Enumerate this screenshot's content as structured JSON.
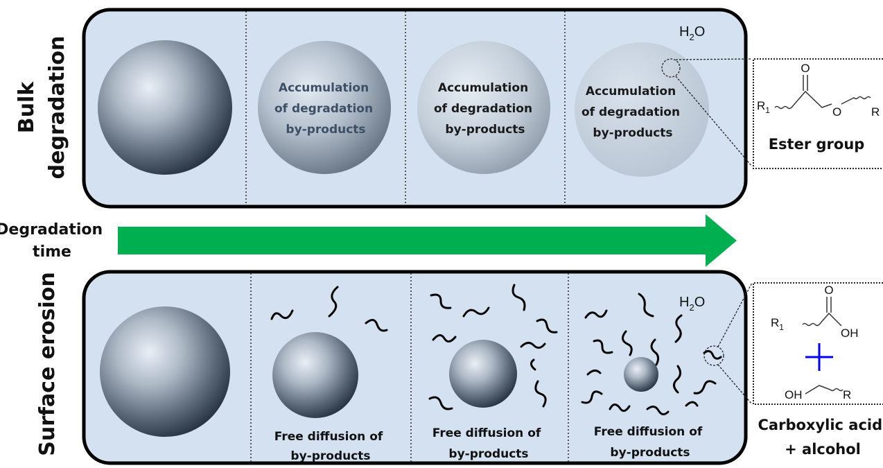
{
  "colors": {
    "panel_fill": "#d3e1f1",
    "panel_border": "#000000",
    "arrow": "#00b050",
    "plus": "#0000ff",
    "divider": "#333333"
  },
  "row_labels": {
    "top_line1": "Bulk",
    "top_line2": "degradation",
    "bottom": "Surface erosion"
  },
  "time_label": {
    "line1": "Degradation",
    "line2": "time"
  },
  "water_label": "H",
  "water_subscript": "2",
  "water_tail": "O",
  "bulk_stage_text": {
    "line1": "Accumulation",
    "line2": "of degradation",
    "line3": "by-products"
  },
  "surface_stage_text": {
    "line1": "Free diffusion of",
    "line2": "by-products"
  },
  "ester_panel": {
    "o_atom": "O",
    "r1": "R",
    "r1_sub": "1",
    "o_link": "O",
    "r": "R",
    "caption": "Ester group"
  },
  "acid_panel": {
    "o_atom": "O",
    "r1": "R",
    "r1_sub": "1",
    "oh": "OH",
    "alcohol_oh": "OH",
    "r": "R",
    "caption_line1": "Carboxylic acid",
    "caption_line2": "+ alcohol"
  },
  "icons": [
    "sphere-icon",
    "by-product-chain-icon",
    "plus-icon",
    "arrow-icon"
  ]
}
